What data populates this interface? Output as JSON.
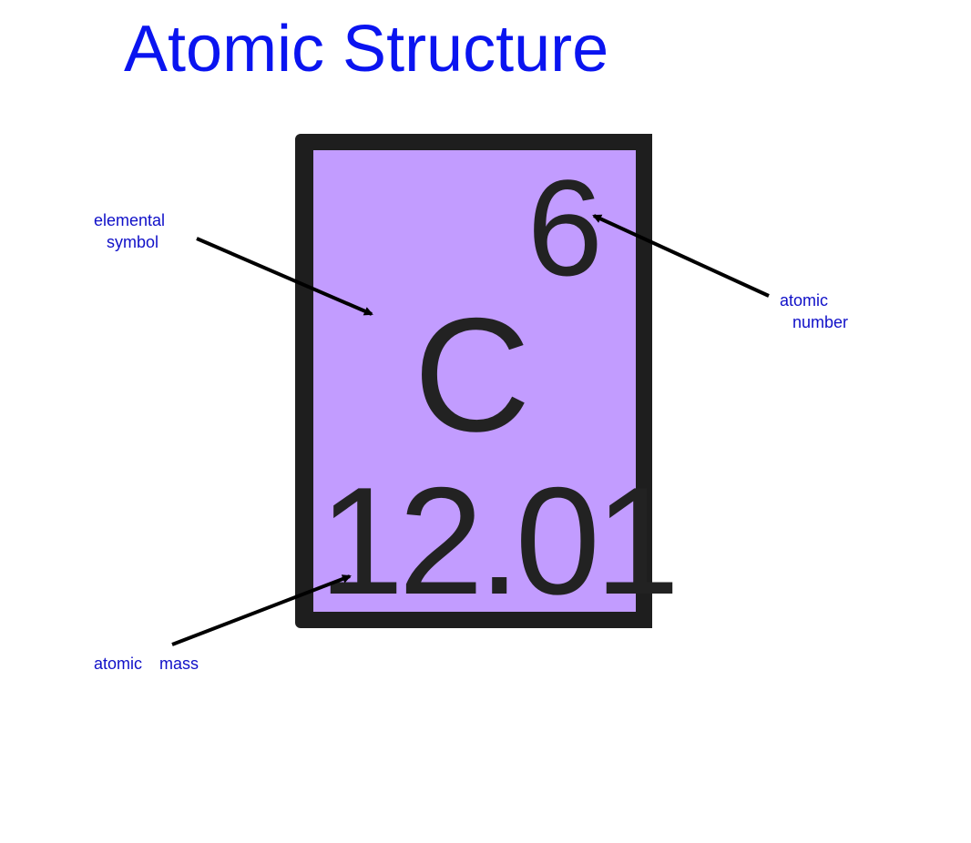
{
  "title": "Atomic Structure",
  "element": {
    "atomic_number": "6",
    "symbol": "C",
    "atomic_mass": "12.01",
    "tile_color": "#c29cff",
    "border_color": "#1e1e1e"
  },
  "labels": {
    "symbol": {
      "line1": "elemental",
      "line2": "symbol"
    },
    "number": {
      "line1": "atomic",
      "line2": "number"
    },
    "mass": {
      "line1": "atomic",
      "line2": "mass"
    }
  },
  "colors": {
    "title": "#0a14f0",
    "label": "#1010c8",
    "arrow": "#000000"
  }
}
